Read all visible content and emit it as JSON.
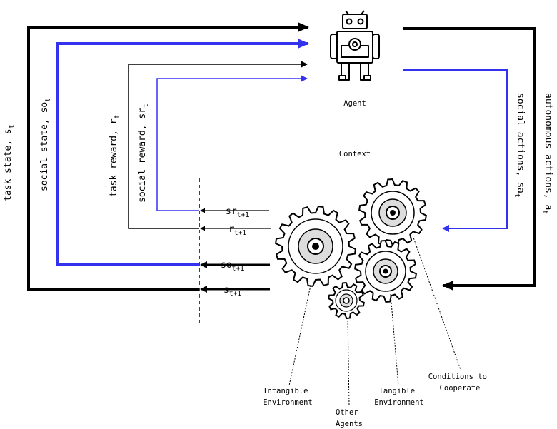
{
  "agent": {
    "label": "Agent"
  },
  "context": {
    "label": "Context"
  },
  "inputs": {
    "task_state": {
      "label": "task state, s",
      "subscript": "t"
    },
    "social_state": {
      "label": "social state, so",
      "subscript": "t"
    },
    "task_reward": {
      "label": "task reward, r",
      "subscript": "t"
    },
    "social_reward": {
      "label": "social reward, sr",
      "subscript": "t"
    }
  },
  "outputs": {
    "autonomous_actions": {
      "label": "autonomous actions, a",
      "subscript": "t"
    },
    "social_actions": {
      "label": "social actions, sa",
      "subscript": "t"
    }
  },
  "next_step": {
    "sr": {
      "label": "sr",
      "subscript": "t+1"
    },
    "r": {
      "label": "r",
      "subscript": "t+1"
    },
    "so": {
      "label": "so",
      "subscript": "t+1"
    },
    "s": {
      "label": "s",
      "subscript": "t+1"
    }
  },
  "gears": {
    "intangible": {
      "line1": "Intangible",
      "line2": "Environment"
    },
    "other_agents": {
      "line1": "Other",
      "line2": "Agents"
    },
    "tangible": {
      "line1": "Tangible",
      "line2": "Environment"
    },
    "cooperate": {
      "line1": "Conditions to",
      "line2": "Cooperate"
    }
  },
  "colors": {
    "black": "#000000",
    "blue": "#3333ee"
  }
}
